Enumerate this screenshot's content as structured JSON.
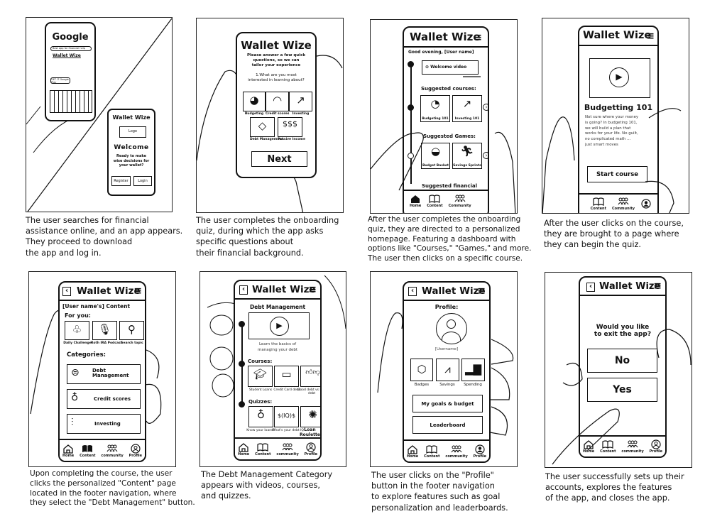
{
  "panels": {
    "p1": {
      "caption": [
        "The user searches for financial",
        "assistance online, and an app appears.",
        "They proceed to download",
        "the app and log in."
      ],
      "search_phone": {
        "google": "Google",
        "search_query": "Best app for financial help",
        "result_title": "Wallet Wize",
        "get_it": "GET IT",
        "google_play": "Google Play"
      },
      "app_phone": {
        "title": "Wallet Wize",
        "logo": "Logo",
        "welcome": "Welcome",
        "prompt": [
          "Ready to make",
          "wise decisions for",
          "your wallet?"
        ],
        "register": "Register",
        "login": "Login"
      }
    },
    "p2": {
      "caption": [
        "The user completes the onboarding",
        "quiz, during which the app asks",
        "specific questions about",
        "their financial background."
      ],
      "title": "Wallet Wize",
      "subtitle": [
        "Please answer a few quick",
        "questions, so we can",
        "tailor your experience"
      ],
      "question": [
        "1.What are you most",
        "interested in learning about?"
      ],
      "options": [
        {
          "label": "Budgeting",
          "icon": "pie-chart-icon"
        },
        {
          "label": "Credit scores",
          "icon": "gauge-icon"
        },
        {
          "label": "Investing",
          "icon": "trend-up-icon"
        },
        {
          "label": "Debt Management",
          "icon": "debt-icon"
        },
        {
          "label": "Passive Income",
          "icon": "coins-icon"
        }
      ],
      "next": "Next"
    },
    "p3": {
      "caption": [
        "After the user completes the onboarding",
        "quiz, they are directed to a personalized",
        "homepage. Featuring a dashboard with",
        "options like \"Courses,\" \"Games,\" and more.",
        "The user then clicks on a specific course."
      ],
      "title": "Wallet Wize",
      "greeting": "Good evening, [User name]",
      "welcome_video": "Welcome video",
      "courses_heading": "Suggested courses:",
      "courses": [
        "Budgeting 101",
        "Investing 101"
      ],
      "games_heading": "Suggested Games:",
      "games": [
        "Budget Basket",
        "Savings Sprints"
      ],
      "financial_heading": "Suggested financial",
      "footer": [
        {
          "label": "Home",
          "icon": "home-filled-icon"
        },
        {
          "label": "Content",
          "icon": "book-icon"
        },
        {
          "label": "Community",
          "icon": "community-icon"
        }
      ]
    },
    "p4": {
      "caption": [
        "After the user clicks on the course,",
        "they are brought to a page where",
        "they can begin the quiz."
      ],
      "title": "Wallet Wize",
      "course_title": "Budgetting 101",
      "description": [
        "Not sure where your money",
        "is going? In budgeting 101,",
        "we will build a plan that",
        "works for your life. No guilt,",
        "no complicated math ...",
        "just smart moves"
      ],
      "start": "Start course",
      "footer": [
        {
          "label": "Content",
          "icon": "book-icon"
        },
        {
          "label": "Community",
          "icon": "community-icon"
        },
        {
          "label": "",
          "icon": "profile-filled-icon"
        }
      ]
    },
    "p5": {
      "caption": [
        "Upon completing the course, the user",
        "clicks the personalized \"Content\" page",
        "located in the footer navigation, where",
        "they select the \"Debt Management\" button."
      ],
      "title": "Wallet Wize",
      "content_heading": "[User name's] Content",
      "for_you": "For you:",
      "for_you_items": [
        {
          "label": "Daily Challenge",
          "icon": "piggy-bank-icon"
        },
        {
          "label": "Roth IRA Podcast",
          "icon": "microphone-icon"
        },
        {
          "label": "Search topic",
          "icon": "search-icon"
        }
      ],
      "categories_heading": "Categories:",
      "categories": [
        {
          "label": "Debt Management",
          "icon": "hand-coin-icon"
        },
        {
          "label": "Credit scores",
          "icon": "money-bag-icon"
        },
        {
          "label": "Investing",
          "icon": "invest-hand-icon"
        }
      ],
      "footer": [
        {
          "label": "Home",
          "icon": "home-icon"
        },
        {
          "label": "Content",
          "icon": "book-filled-icon"
        },
        {
          "label": "community",
          "icon": "community-icon"
        },
        {
          "label": "Profile",
          "icon": "profile-icon"
        }
      ]
    },
    "p6": {
      "caption": [
        "The Debt Management Category",
        "appears with videos, courses,",
        "and quizzes."
      ],
      "title": "Wallet Wize",
      "heading": "Debt Management",
      "video_caption": [
        "Learn the basics of",
        "managing your debt"
      ],
      "courses_heading": "Courses:",
      "courses": [
        {
          "label": "Student Loans",
          "icon": "graduate-icon"
        },
        {
          "label": "Credit Card debt",
          "icon": "credit-card-icon"
        },
        {
          "label": "Good debt vs bad debt",
          "icon": "thumbs-icon"
        }
      ],
      "quizzes_heading": "Quizzes:",
      "quizzes": [
        {
          "label": "Know your loans?",
          "icon": "money-bag-icon"
        },
        {
          "label": "What's your debt IQ?",
          "icon": "iq-icon"
        },
        {
          "label": "Loan Roulette",
          "icon": "roulette-icon"
        }
      ],
      "footer": [
        {
          "label": "Home",
          "icon": "home-icon"
        },
        {
          "label": "Content",
          "icon": "book-icon"
        },
        {
          "label": "community",
          "icon": "community-icon"
        },
        {
          "label": "Profile",
          "icon": "profile-icon"
        }
      ]
    },
    "p7": {
      "caption": [
        "The user clicks on the \"Profile\"",
        "button in the footer navigation",
        "to explore features such as goal",
        "personalization and leaderboards."
      ],
      "title": "Wallet Wize",
      "heading": "Profile:",
      "username": "[Username]",
      "stats": [
        {
          "label": "Badges",
          "icon": "badge-icon"
        },
        {
          "label": "Savings",
          "icon": "line-chart-icon"
        },
        {
          "label": "Spending",
          "icon": "bar-chart-icon"
        }
      ],
      "goals": "My goals & budget",
      "leaderboard": "Leaderboard",
      "footer": [
        {
          "label": "Home",
          "icon": "home-icon"
        },
        {
          "label": "Content",
          "icon": "book-icon"
        },
        {
          "label": "community",
          "icon": "community-icon"
        },
        {
          "label": "Profile",
          "icon": "profile-filled-icon"
        }
      ]
    },
    "p8": {
      "caption": [
        "The user successfully sets up their",
        "accounts, explores the features",
        "of the app, and closes the app."
      ],
      "title": "Wallet Wize",
      "question": [
        "Would you like",
        "to exit the app?"
      ],
      "no": "No",
      "yes": "Yes",
      "footer": [
        {
          "label": "Home",
          "icon": "home-icon"
        },
        {
          "label": "Content",
          "icon": "book-icon"
        },
        {
          "label": "community",
          "icon": "community-icon"
        },
        {
          "label": "Profile",
          "icon": "profile-icon"
        }
      ]
    }
  }
}
